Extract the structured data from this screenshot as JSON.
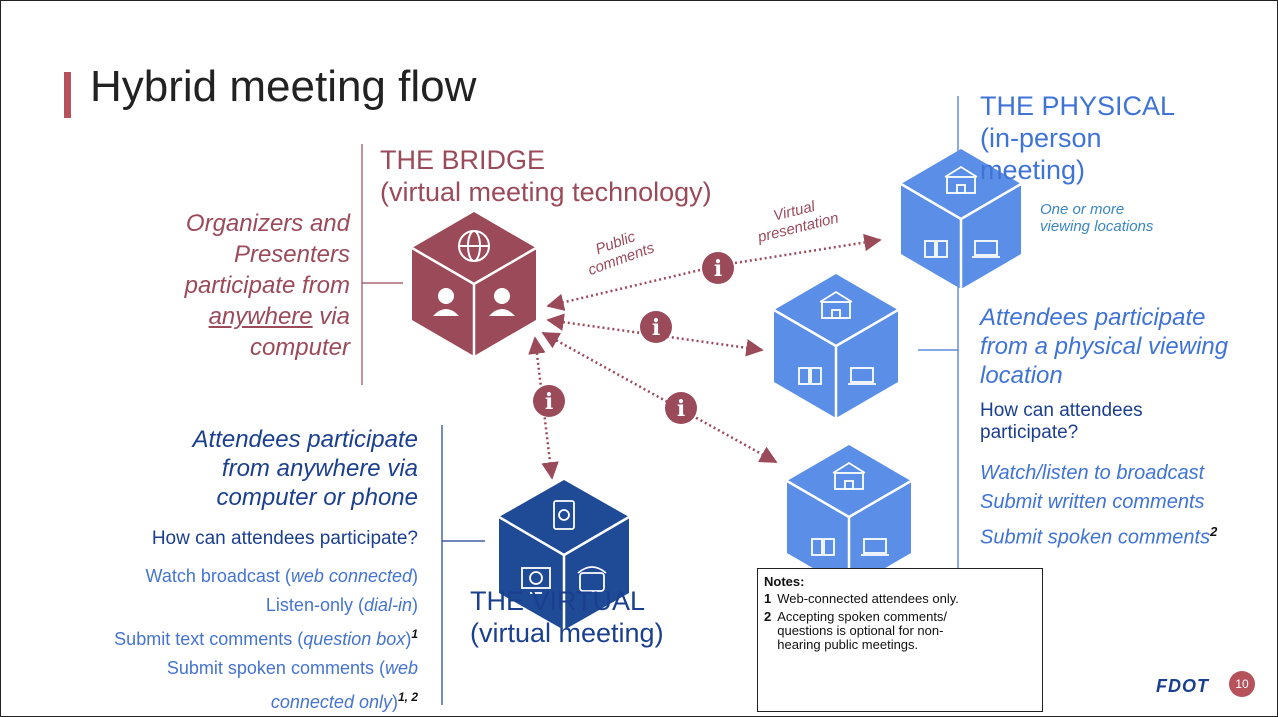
{
  "slide": {
    "title": "Hybrid meeting flow",
    "page_number": "10",
    "logo_text": "FDOT"
  },
  "bridge": {
    "heading": "THE BRIDGE",
    "subheading": "(virtual meeting technology)",
    "organizers": [
      "Organizers and",
      "Presenters",
      "participate from"
    ],
    "organizers_underlined": "anywhere",
    "organizers_via": " via",
    "organizers_last": "computer"
  },
  "physical": {
    "heading": "THE PHYSICAL",
    "subheading_1": "(in-person",
    "subheading_2": "meeting)",
    "viewing_1": "One or more",
    "viewing_2": "viewing locations",
    "attendees": [
      "Attendees participate",
      "from a physical viewing",
      "location"
    ],
    "question": [
      "How can attendees",
      "participate?"
    ],
    "items": [
      "Watch/listen to broadcast",
      "Submit written comments",
      "Submit spoken comments"
    ],
    "item_sup": "2"
  },
  "virtual": {
    "heading": "THE VIRTUAL",
    "subheading": "(virtual meeting)",
    "attendees": [
      "Attendees participate",
      "from anywhere via",
      "computer or phone"
    ],
    "question": "How can attendees participate?",
    "items": [
      {
        "pre": "Watch broadcast (",
        "ital": "web connected",
        "post": ")",
        "sup": ""
      },
      {
        "pre": "Listen-only (",
        "ital": "dial-in",
        "post": ")",
        "sup": ""
      },
      {
        "pre": "Submit text comments (",
        "ital": "question box",
        "post": ")",
        "sup": "1"
      },
      {
        "pre": "Submit spoken comments (",
        "ital": "web",
        "post": "",
        "sup": ""
      },
      {
        "pre": "",
        "ital": "connected only",
        "post": ")",
        "sup": "1, 2"
      }
    ]
  },
  "flows": {
    "public_1": "Public",
    "public_2": "comments",
    "virtual_1": "Virtual",
    "virtual_2": "presentation"
  },
  "notes": {
    "title": "Notes:",
    "n1_num": "1",
    "n1_text": "Web-connected attendees only.",
    "n2_num": "2",
    "n2_lines": [
      "Accepting spoken comments/",
      "questions is optional for non-",
      "hearing public meetings."
    ]
  },
  "colors": {
    "maroon": "#9b4a5a",
    "accent_bar": "#b5525c",
    "blue": "#3f73d6",
    "navy": "#1b3f8f",
    "hex_blue": "#5b8ee6",
    "hex_navy": "#1f4a95"
  },
  "icons": [
    "globe-icon",
    "headset-person-icon",
    "school-building-icon",
    "microphone-icon",
    "speaker-icon",
    "projector-screen-icon",
    "laptop-globe-icon",
    "tablet-icon",
    "desktop-globe-icon",
    "telephone-icon",
    "info-icon"
  ]
}
